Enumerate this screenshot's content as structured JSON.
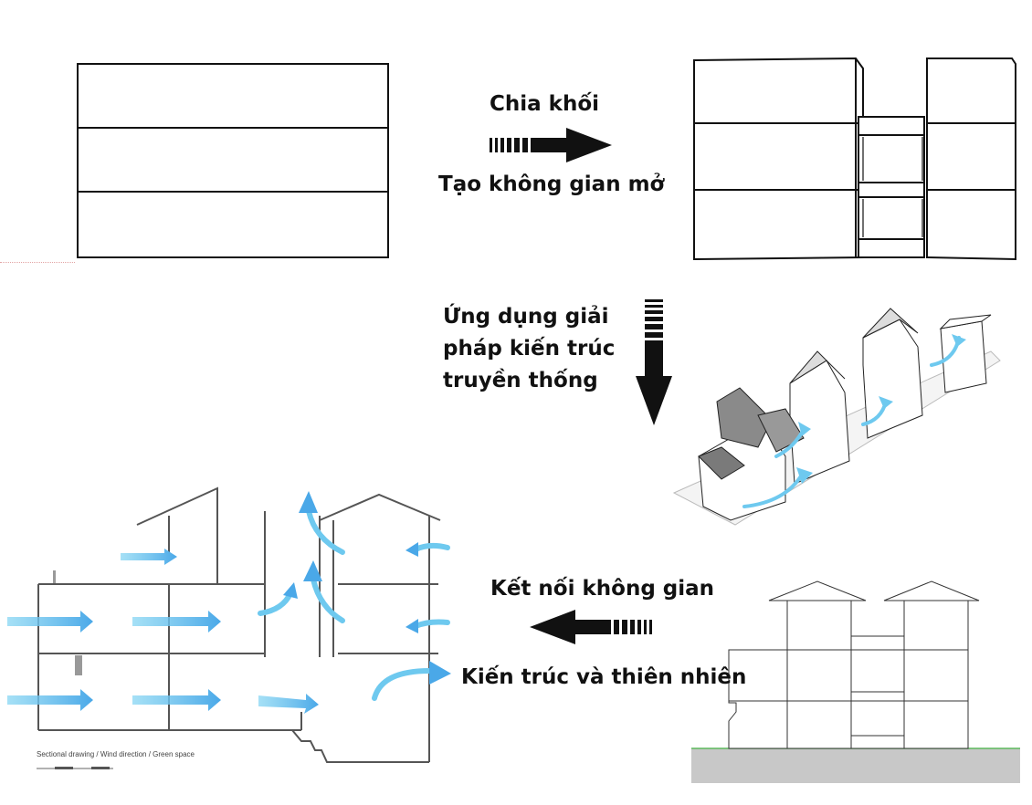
{
  "steps": {
    "split": {
      "title": "Chia khối",
      "subtitle": "Tạo không gian mở"
    },
    "traditional": {
      "line1": "Ứng dụng giải",
      "line2": "pháp kiến trúc",
      "line3": "truyền thống"
    },
    "connect": {
      "title": "Kết nối không gian",
      "subtitle": "Kiến trúc và thiên nhiên"
    }
  },
  "section_caption": "Sectional drawing / Wind direction / Green space",
  "colors": {
    "wind_arrow": "#6ec9ef",
    "ground": "#c8c8c8",
    "ground_line": "#5cb85c",
    "line": "#111111"
  },
  "icons": [
    "arrow-right-icon",
    "arrow-down-icon",
    "arrow-left-icon"
  ]
}
